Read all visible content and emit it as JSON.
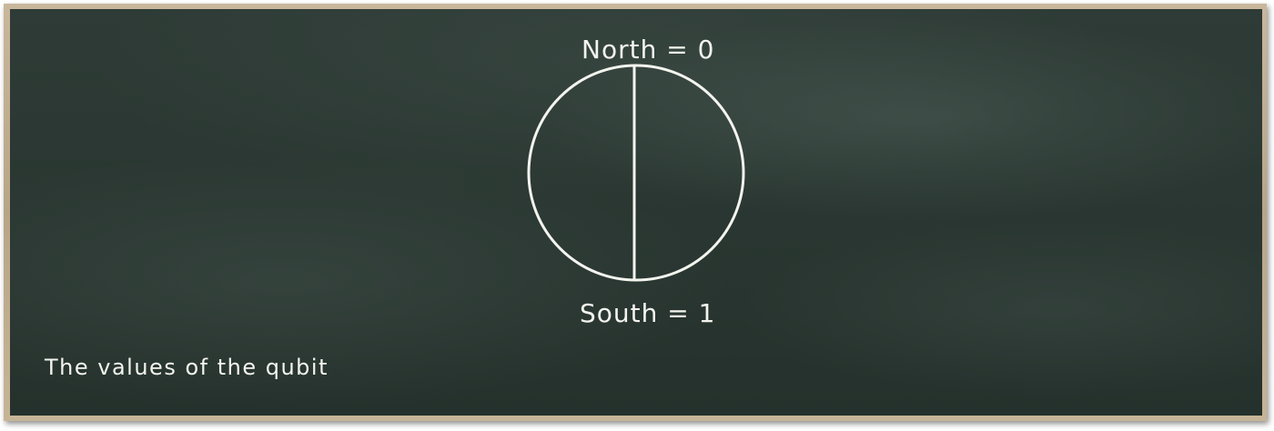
{
  "diagram": {
    "top_label": "North = 0",
    "bottom_label": "South = 1",
    "caption": "The values of the qubit"
  },
  "colors": {
    "board": "#293631",
    "chalk": "#f4f4ef",
    "frame": "#c0ad90"
  }
}
